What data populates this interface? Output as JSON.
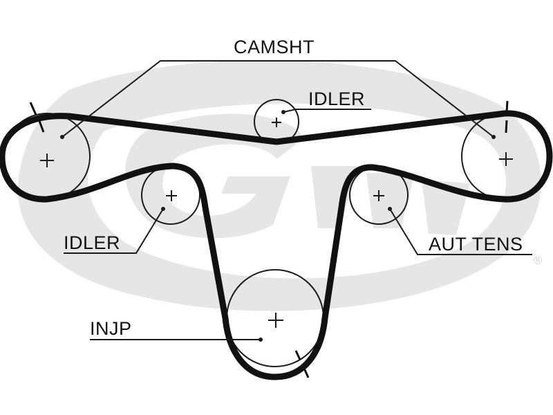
{
  "labels": {
    "camshaft": "CAMSHT",
    "idler_top": "IDLER",
    "idler_left": "IDLER",
    "auto_tensioner": "AUT TENS",
    "injection_pump": "INJP"
  },
  "watermark": {
    "registered_mark": "®"
  },
  "colors": {
    "belt": "#111111",
    "outline": "#1a1a1a",
    "watermark": "#e6e6e6"
  }
}
